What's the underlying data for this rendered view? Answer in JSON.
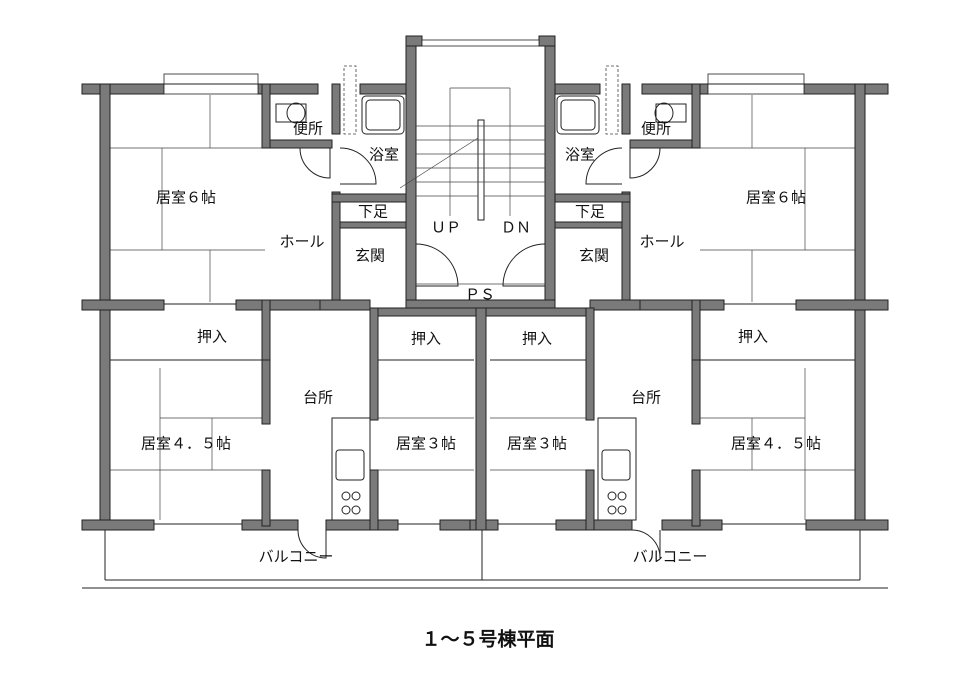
{
  "title": "１～５号棟平面",
  "rooms": {
    "toilet_l": "便所",
    "toilet_r": "便所",
    "bath_l": "浴室",
    "bath_r": "浴室",
    "living6_l": "居室６帖",
    "living6_r": "居室６帖",
    "shoe_l": "下足",
    "shoe_r": "下足",
    "hall_l": "ホール",
    "hall_r": "ホール",
    "entrance_l": "玄関",
    "entrance_r": "玄関",
    "up": "ＵＰ",
    "dn": "ＤＮ",
    "ps": "ＰＳ",
    "closet1": "押入",
    "closet2": "押入",
    "closet3": "押入",
    "closet4": "押入",
    "kitchen_l": "台所",
    "kitchen_r": "台所",
    "living45_l": "居室４．５帖",
    "living45_r": "居室４．５帖",
    "living3_l": "居室３帖",
    "living3_r": "居室３帖",
    "balcony_l": "バルコニー",
    "balcony_r": "バルコニー"
  }
}
